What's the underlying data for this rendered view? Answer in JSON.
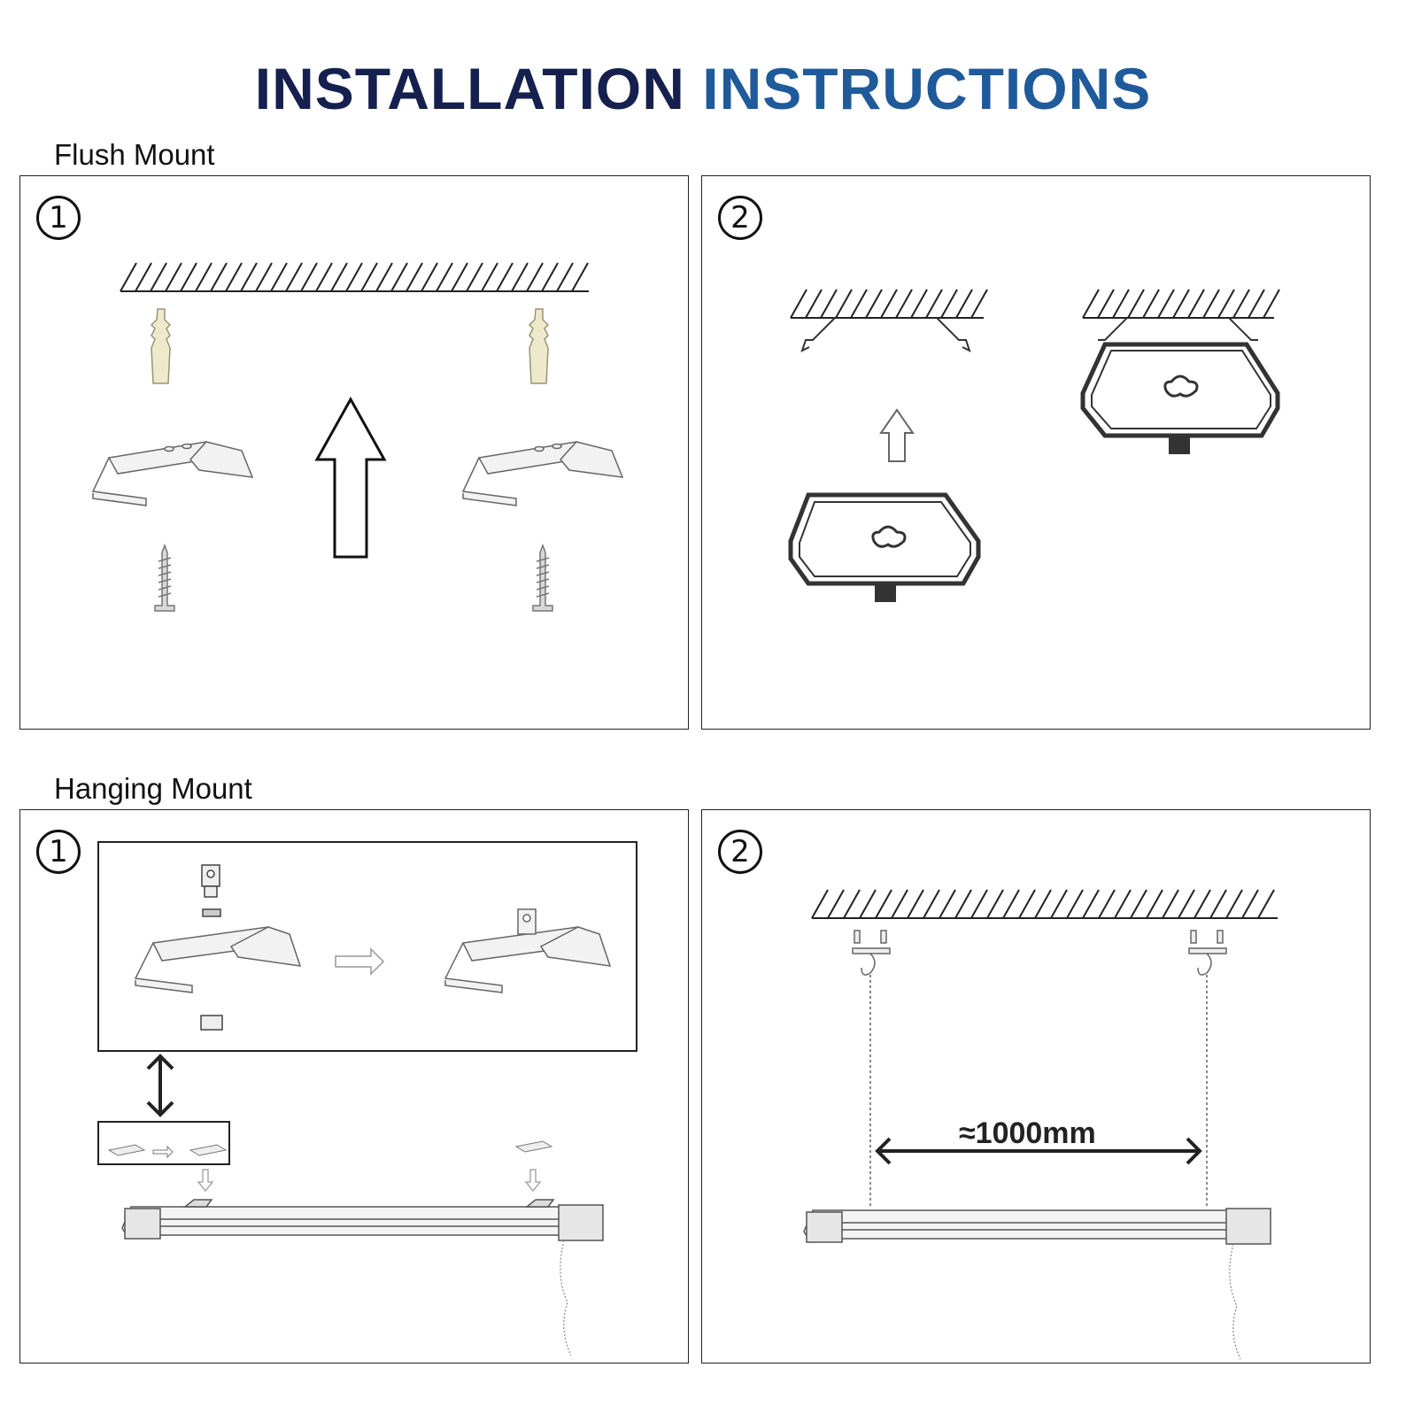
{
  "title": {
    "word1": "INSTALLATION",
    "word2": "INSTRUCTIONS"
  },
  "sections": {
    "flush": {
      "label": "Flush Mount",
      "steps": [
        "1",
        "2"
      ]
    },
    "hanging": {
      "label": "Hanging Mount",
      "steps": [
        "1",
        "2"
      ],
      "distance_label": "≈1000mm"
    }
  },
  "colors": {
    "title_dark": "#16204e",
    "title_blue": "#1f5a9a",
    "line": "#222222"
  }
}
